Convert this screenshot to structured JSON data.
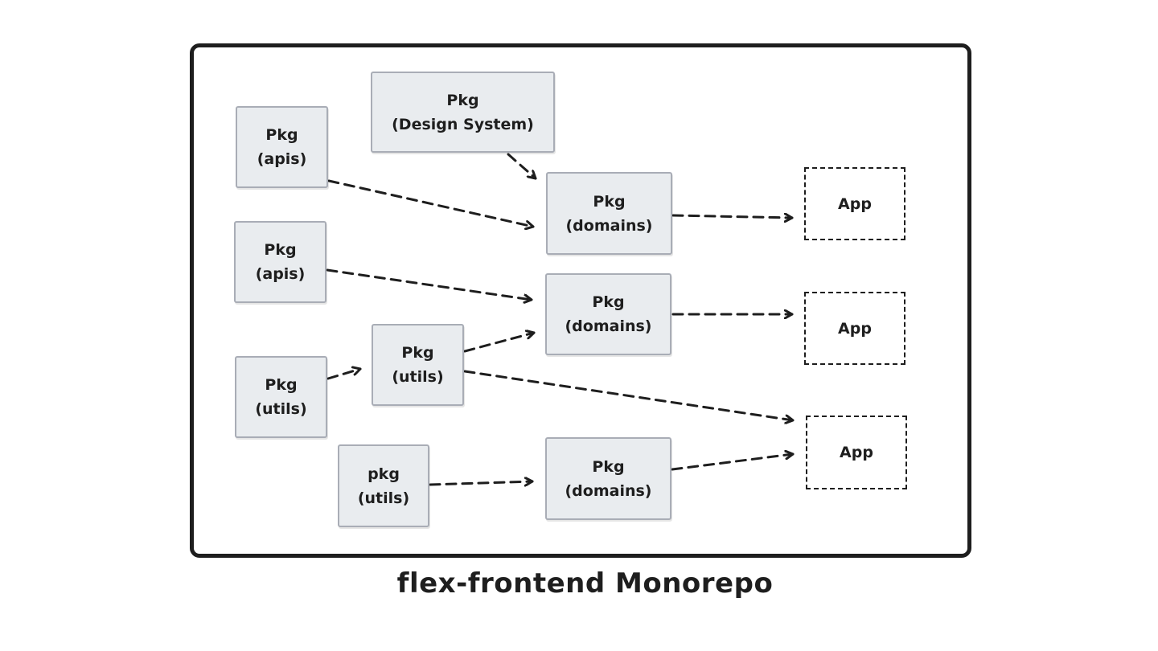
{
  "diagram": {
    "caption": "flex-frontend Monorepo",
    "nodes": {
      "design_system": {
        "line1": "Pkg",
        "line2": "(Design System)"
      },
      "apis_1": {
        "line1": "Pkg",
        "line2": "(apis)"
      },
      "apis_2": {
        "line1": "Pkg",
        "line2": "(apis)"
      },
      "utils_left": {
        "line1": "Pkg",
        "line2": "(utils)"
      },
      "utils_mid": {
        "line1": "Pkg",
        "line2": "(utils)"
      },
      "utils_bottom": {
        "line1": "pkg",
        "line2": "(utils)"
      },
      "domains_1": {
        "line1": "Pkg",
        "line2": "(domains)"
      },
      "domains_2": {
        "line1": "Pkg",
        "line2": "(domains)"
      },
      "domains_3": {
        "line1": "Pkg",
        "line2": "(domains)"
      },
      "app_1": {
        "label": "App"
      },
      "app_2": {
        "label": "App"
      },
      "app_3": {
        "label": "App"
      }
    },
    "edges": [
      {
        "from": "design_system",
        "to": "domains_1"
      },
      {
        "from": "apis_1",
        "to": "domains_1"
      },
      {
        "from": "domains_1",
        "to": "app_1"
      },
      {
        "from": "apis_2",
        "to": "domains_2"
      },
      {
        "from": "domains_2",
        "to": "app_2"
      },
      {
        "from": "utils_left",
        "to": "utils_mid"
      },
      {
        "from": "utils_mid",
        "to": "domains_2"
      },
      {
        "from": "utils_mid",
        "to": "app_3"
      },
      {
        "from": "utils_bottom",
        "to": "domains_3"
      },
      {
        "from": "domains_3",
        "to": "app_3"
      }
    ],
    "colors": {
      "stroke": "#1e1e1e",
      "node_fill": "#e9ecef",
      "node_border": "#a9adb6"
    }
  }
}
